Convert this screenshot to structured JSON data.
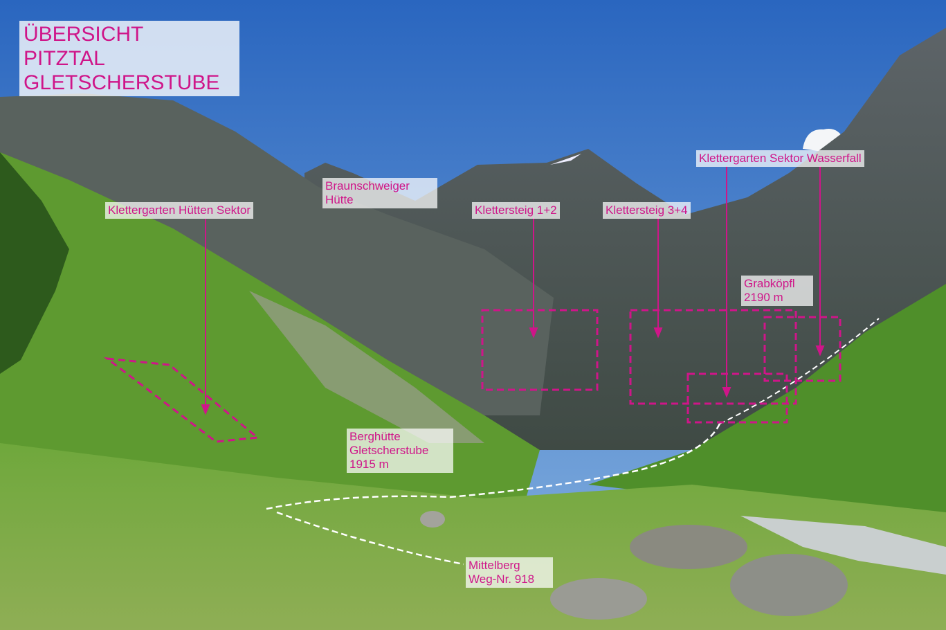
{
  "title": {
    "lines": [
      "ÜBERSICHT",
      "PITZTAL",
      "GLETSCHERSTUBE"
    ]
  },
  "labels": {
    "huetten_sektor": "Klettergarten Hütten Sektor",
    "braunschweiger": "Braunschweiger\nHütte",
    "klettersteig_12": "Klettersteig 1+2",
    "klettersteig_34": "Klettersteig 3+4",
    "wasserfall": "Klettergarten Sektor Wasserfall",
    "grabkoepfl": "Grabköpfl\n2190 m",
    "berghuette": "Berghütte\nGletscherstube\n1915 m",
    "mittelberg": "Mittelberg\nWeg-Nr. 918"
  },
  "colors": {
    "accent": "#cf1589",
    "sky": "#2f6cc2",
    "trail": "#ffffff"
  }
}
